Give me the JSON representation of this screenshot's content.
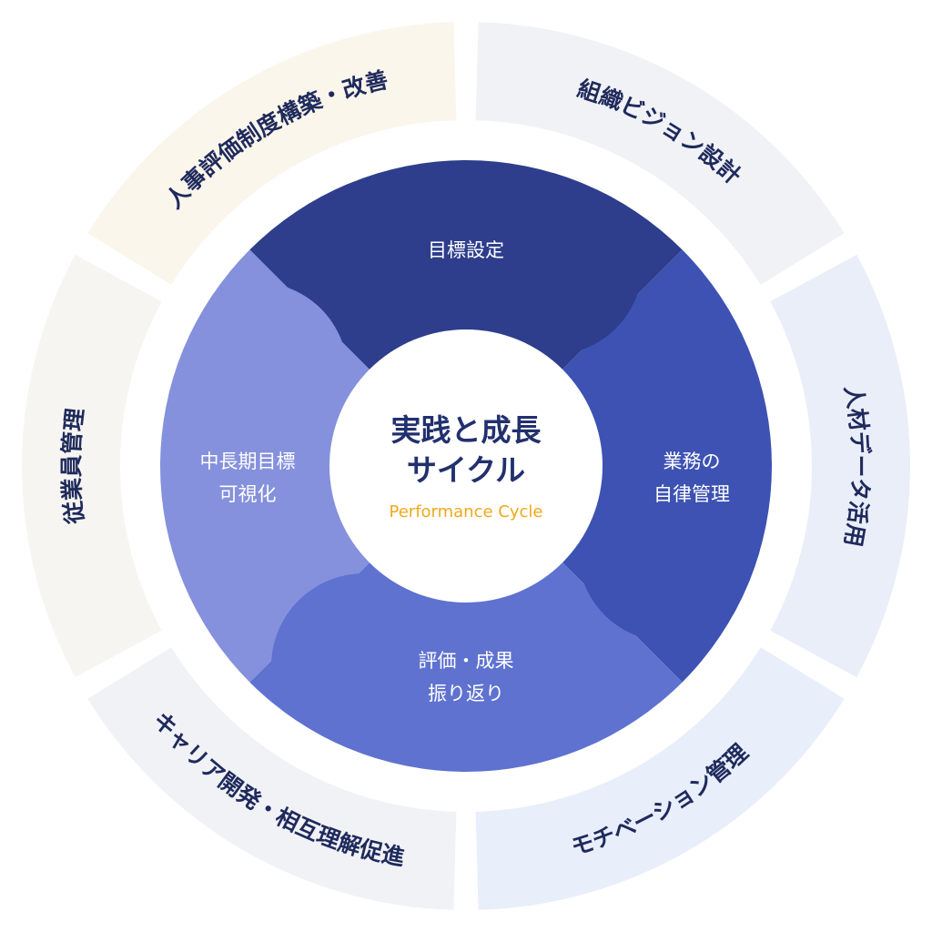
{
  "center": {
    "title_line1": "実践と成長",
    "title_line2": "サイクル",
    "subtitle": "Performance Cycle"
  },
  "cycle_steps": [
    {
      "lines": [
        "目標設定"
      ],
      "color": "#2e3e8c"
    },
    {
      "lines": [
        "業務の",
        "自律管理"
      ],
      "color": "#3d52b2"
    },
    {
      "lines": [
        "評価・成果",
        "振り返り"
      ],
      "color": "#5f72cf"
    },
    {
      "lines": [
        "中長期目標",
        "可視化"
      ],
      "color": "#8591dc"
    }
  ],
  "outer_segments": [
    {
      "label": "組織ビジョン設計",
      "color": "#f1f2f6"
    },
    {
      "label": "人材データ活用",
      "color": "#eaeef9"
    },
    {
      "label": "モチベーション管理",
      "color": "#e9eefb"
    },
    {
      "label": "キャリア開発・相互理解促進",
      "color": "#f1f2f6"
    },
    {
      "label": "従業員管理",
      "color": "#f7f5f1"
    },
    {
      "label": "人事評価制度構築・改善",
      "color": "#fbf6ec"
    }
  ],
  "colors": {
    "outer_text": "#1f2a5c",
    "center_title": "#22306e",
    "subtitle": "#f0a81c"
  }
}
